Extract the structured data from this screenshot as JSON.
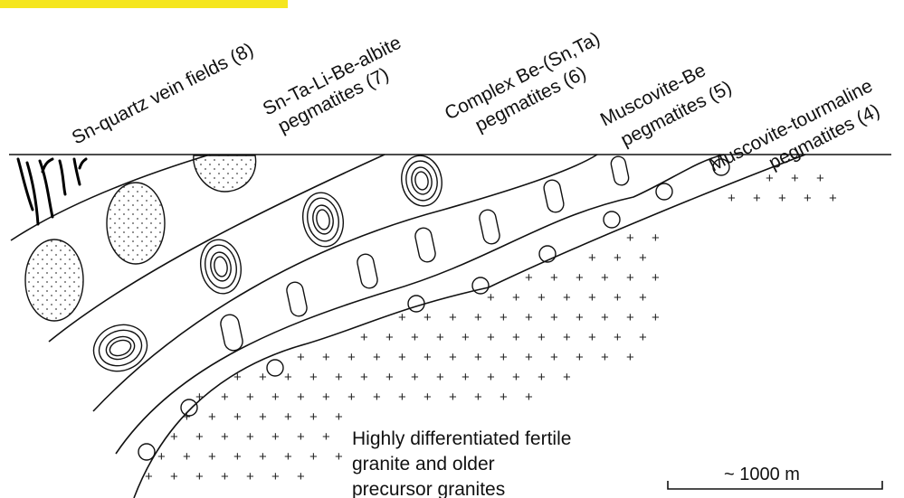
{
  "zone_labels": [
    {
      "line1": "Sn-quartz vein fields (8)",
      "line2": ""
    },
    {
      "line1": "Sn-Ta-Li-Be-albite",
      "line2": "pegmatites (7)"
    },
    {
      "line1": "Complex Be-(Sn,Ta)",
      "line2": "pegmatites (6)"
    },
    {
      "line1": "Muscovite-Be",
      "line2": "pegmatites (5)"
    },
    {
      "line1": "Muscovite-tourmaline",
      "line2": "pegmatites  (4)"
    }
  ],
  "granite_label": {
    "line1": "Highly differentiated fertile",
    "line2": "granite and older",
    "line3": "precursor granites"
  },
  "scale_bar": {
    "label": "~ 1000 m"
  },
  "colors": {
    "highlight": "#f5e61e",
    "ink": "#111111"
  }
}
